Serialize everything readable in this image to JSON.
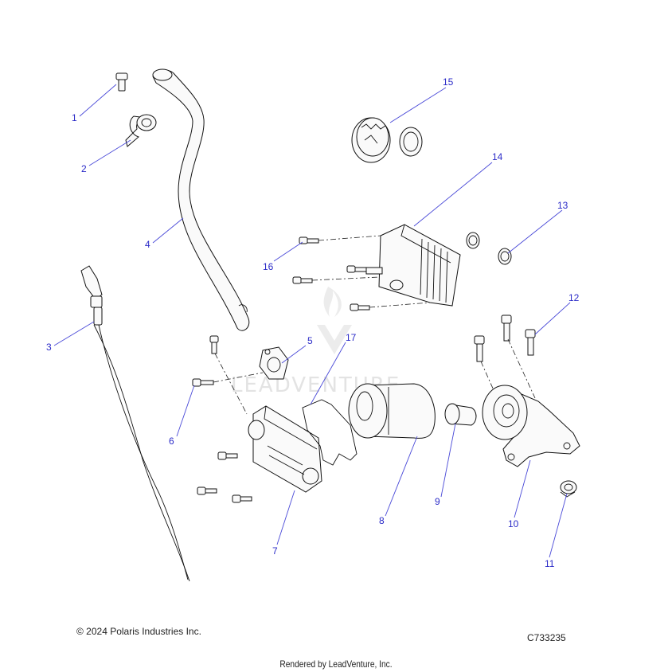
{
  "callouts": [
    {
      "id": "1",
      "label": "1"
    },
    {
      "id": "2",
      "label": "2"
    },
    {
      "id": "3",
      "label": "3"
    },
    {
      "id": "4",
      "label": "4"
    },
    {
      "id": "5",
      "label": "5"
    },
    {
      "id": "6",
      "label": "6"
    },
    {
      "id": "7",
      "label": "7"
    },
    {
      "id": "8",
      "label": "8"
    },
    {
      "id": "9",
      "label": "9"
    },
    {
      "id": "10",
      "label": "10"
    },
    {
      "id": "11",
      "label": "11"
    },
    {
      "id": "12",
      "label": "12"
    },
    {
      "id": "13",
      "label": "13"
    },
    {
      "id": "14",
      "label": "14"
    },
    {
      "id": "15",
      "label": "15"
    },
    {
      "id": "16",
      "label": "16"
    },
    {
      "id": "17",
      "label": "17"
    }
  ],
  "watermark": {
    "text": "LEADVENTURE"
  },
  "footer": {
    "copyright": "© 2024 Polaris Industries Inc.",
    "diagram_code": "C733235",
    "rendered_by": "Rendered by LeadVenture, Inc."
  },
  "colors": {
    "callout": "#2b2bc8",
    "line": "#111111",
    "watermark": "#e3e3e3"
  }
}
